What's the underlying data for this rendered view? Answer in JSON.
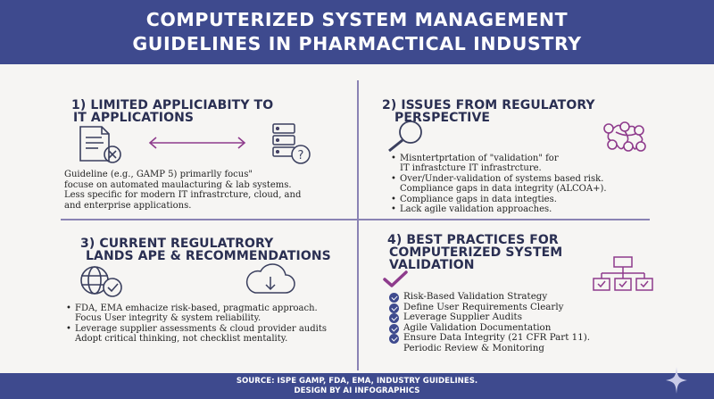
{
  "header": {
    "title_line1": "COMPUTERIZED SYSTEM MANAGEMENT",
    "title_line2": "GUIDELINES IN PHARMACTICAL INDUSTRY"
  },
  "q1": {
    "heading_line1": "1) LIMITED APPLICIABITY TO",
    "heading_line2": "IT APPLICATIONS",
    "body_lines": [
      "Guideline (e.g., GAMP 5) primarlly focus\"",
      "focuse on automated maulacturing & lab systems.",
      "Less specific for modern IT infrastrcture, cloud, and",
      "and enterprise applications."
    ]
  },
  "q2": {
    "heading_line1": "2) ISSUES FROM REGULATORY",
    "heading_line2": "PERSPECTIVE",
    "bullets": [
      {
        "lines": [
          "Misntertprtation of \"validation\" for",
          "IT infrastcture IT infrastrcture."
        ]
      },
      {
        "lines": [
          "Over/Under-validation of systems based risk.",
          "Compliance gaps in data integrity (ALCOA+)."
        ]
      },
      {
        "lines": [
          "Compliance gaps in data integties."
        ]
      },
      {
        "lines": [
          "Lack agile validation approaches."
        ]
      }
    ]
  },
  "q3": {
    "heading_line1": "3) CURRENT REGULATRORY",
    "heading_line2": "LANDS APE & RECOMMENDATIONS",
    "bullets": [
      {
        "lines": [
          "FDA, EMA emhacize risk-based, pragmatic approach.",
          "Focus User integrity & system reliability."
        ]
      },
      {
        "lines": [
          "Leverage supplier assessments & cloud provider audits",
          "Adopt critical thinking, not checklist mentality."
        ]
      }
    ]
  },
  "q4": {
    "heading_line1": "4) BEST PRACTICES FOR",
    "heading_line2": "COMPUTERIZED SYSTEM",
    "heading_line3": "VALIDATION",
    "items": [
      {
        "lines": [
          "Risk-Based Validation Strategy"
        ]
      },
      {
        "lines": [
          "Define User Requirements Clearly"
        ]
      },
      {
        "lines": [
          "Leverage Supplier Audits"
        ]
      },
      {
        "lines": [
          "Agile Validation Documentation"
        ]
      },
      {
        "lines": [
          "Ensure Data Integrity (21 CFR Part 11).",
          "Periodic Review & Monitoring"
        ]
      }
    ]
  },
  "footer": {
    "line1": "SOURCE: ISPE GAMP, FDA, EMA, INDUSTRY GUIDELINES.",
    "line2": "DESIGN BY AI INFOGRAPHICS"
  },
  "colors": {
    "navy": "#3e4a8e",
    "divider": "#8a83b4",
    "accent": "#8e3b8c",
    "background": "#f6f5f3"
  },
  "icons": [
    "document-cross-icon",
    "double-arrow-icon",
    "server-question-icon",
    "magnifier-icon",
    "tangled-network-icon",
    "globe-check-icon",
    "cloud-download-icon",
    "checkmark-icon",
    "org-chart-icon",
    "sparkle-icon"
  ]
}
